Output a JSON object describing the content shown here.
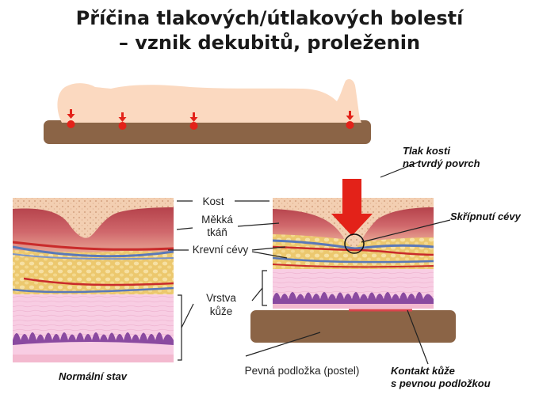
{
  "title": {
    "line1": "Příčina tlakových/útlakových bolestí",
    "line2": "– vznik dekubitů, proleženin"
  },
  "labels": {
    "kost": "Kost",
    "mekka_line1": "Měkká",
    "mekka_line2": "tkáň",
    "krevni": "Krevní cévy",
    "vrstva_line1": "Vrstva",
    "vrstva_line2": "kůže",
    "podlozka": "Pevná podložka (postel)",
    "normalni": "Normální stav",
    "tlak_line1": "Tlak kosti",
    "tlak_line2": "na tvrdý povrch",
    "skripnuti": "Skřípnutí cévy",
    "kontakt_line1": "Kontakt kůže",
    "kontakt_line2": "s pevnou podložkou"
  },
  "colors": {
    "skin": "#fbd9c0",
    "mattress": "#8b6446",
    "pressure_marker": "#e32219",
    "bone": "#f3cfb2",
    "muscle": "#c9565c",
    "fat": "#ecc86e",
    "dermis": "#f8cde3",
    "papillae": "#8a4aa0",
    "vessel_blue": "#5a78b8",
    "vessel_red": "#c92b2b"
  },
  "icons": {
    "pressure_arrow": "down-arrow-icon",
    "pressure_point": "red-dot-icon",
    "pinch_marker": "circle-icon"
  }
}
